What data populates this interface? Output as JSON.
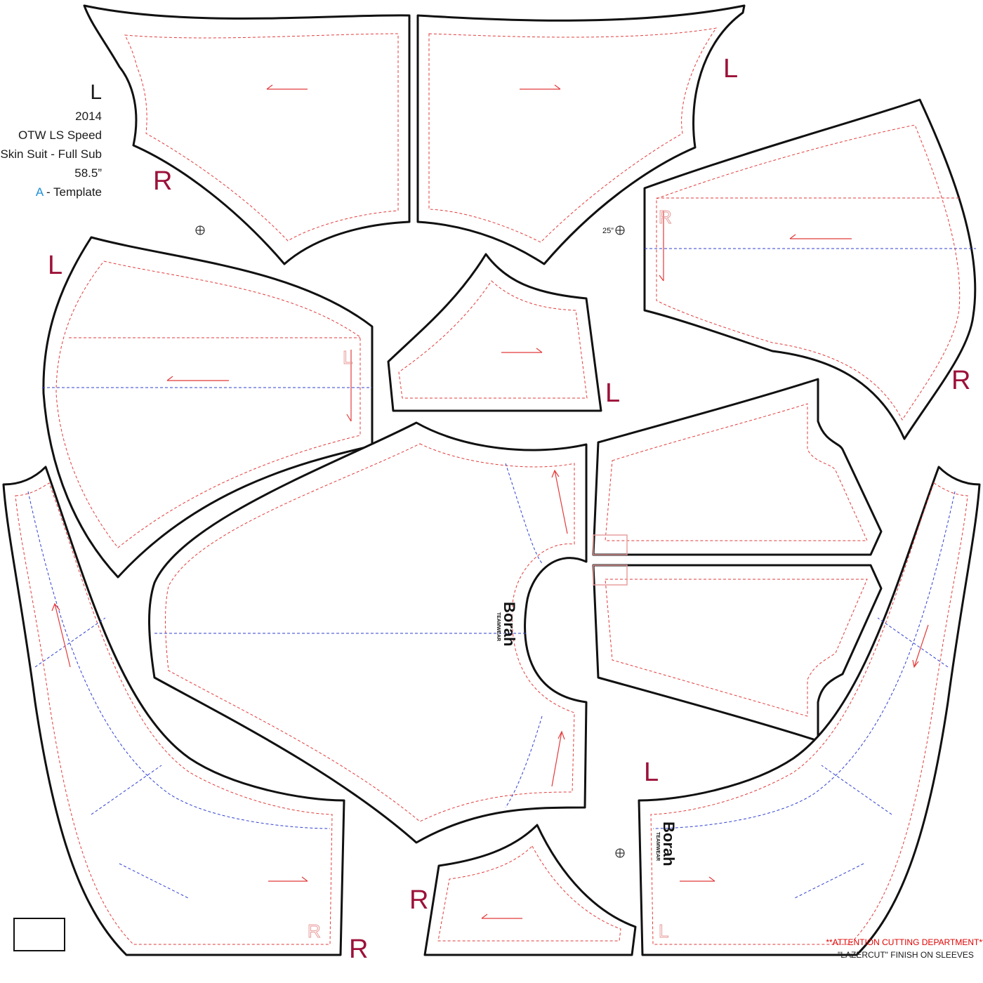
{
  "template_info": {
    "size": "L",
    "year": "2014",
    "line1": "OTW LS Speed",
    "line2": "Skin Suit - Full Sub",
    "length": "58.5”",
    "template_letter": "A",
    "template_suffix": " - Template"
  },
  "piece_labels": {
    "top_left_piece": "R",
    "top_right_piece": "L",
    "left_side_piece": "L",
    "right_side_piece": "R",
    "gusset_top": "L",
    "leg_left": "R",
    "leg_right": "L",
    "gusset_bottom": "R"
  },
  "registration_mark": {
    "label": "25”"
  },
  "logo": {
    "brand": "Borah",
    "sub": "TEAMWEAR"
  },
  "notice": {
    "line1": "**ATTENTION CUTTING DEPARTMENT**",
    "line2": "\"LAZERCUT\" FINISH ON SLEEVES"
  },
  "colors": {
    "cut_line": "#111111",
    "seam_line": "#e23b3b",
    "fold_line": "#2f3fd0",
    "side_label": "#9c1139",
    "template_letter": "#1e90d6"
  }
}
